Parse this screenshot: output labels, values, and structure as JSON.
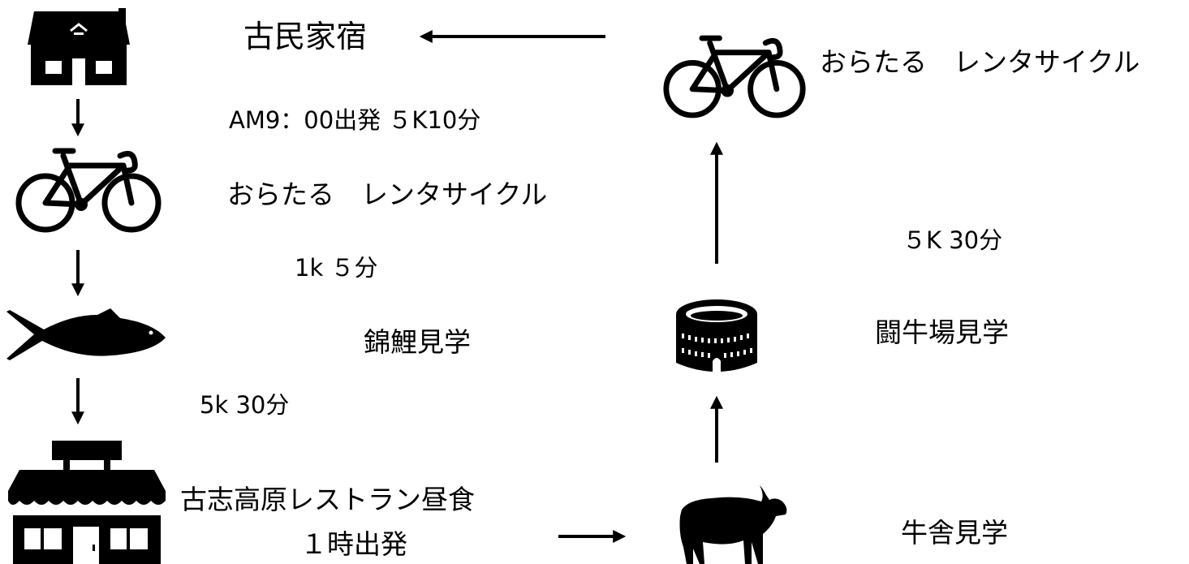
{
  "colors": {
    "ink": "#000000",
    "background": "#ffffff"
  },
  "nodes": {
    "guesthouse": {
      "icon": "house-icon",
      "label": "古民家宿"
    },
    "departure_note": "AM9：00出発 ５K10分",
    "bike_rental_1": {
      "icon": "bicycle-icon",
      "label": "おらたる　レンタサイクル"
    },
    "leg_1": "1k ５分",
    "koi_viewing": {
      "icon": "fish-icon",
      "label": "錦鯉見学"
    },
    "leg_2": "5k 30分",
    "restaurant": {
      "icon": "shop-icon",
      "label": "古志高原レストラン昼食",
      "sublabel": "１時出発"
    },
    "cattle_barn": {
      "icon": "bull-icon",
      "label": "牛舎見学"
    },
    "bullfight_arena": {
      "icon": "colosseum-icon",
      "label": "闘牛場見学"
    },
    "leg_3": "５K 30分",
    "bike_rental_2": {
      "icon": "bicycle-icon",
      "label": "おらたる　レンタサイクル"
    }
  }
}
